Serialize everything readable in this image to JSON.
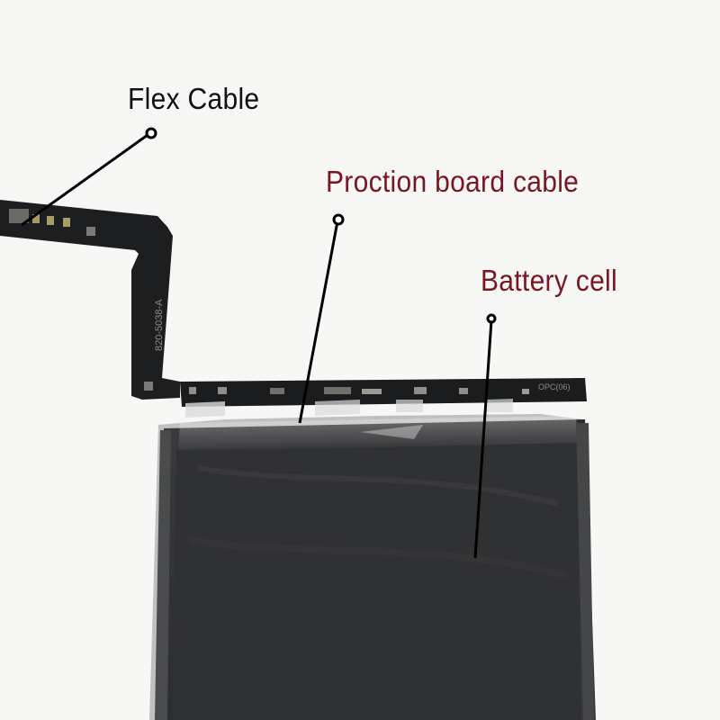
{
  "annotations": {
    "flex_cable": "Flex Cable",
    "protection_board_cable": "Proction board cable",
    "battery_cell": "Battery cell"
  },
  "board_marking": "820-5038-A",
  "board_code": "OPC(06)",
  "colors": {
    "label_dark": "#111111",
    "label_red": "#7a1620",
    "battery": "#2e2f31",
    "flex": "#1d1e20",
    "background": "#f7f7f5"
  }
}
